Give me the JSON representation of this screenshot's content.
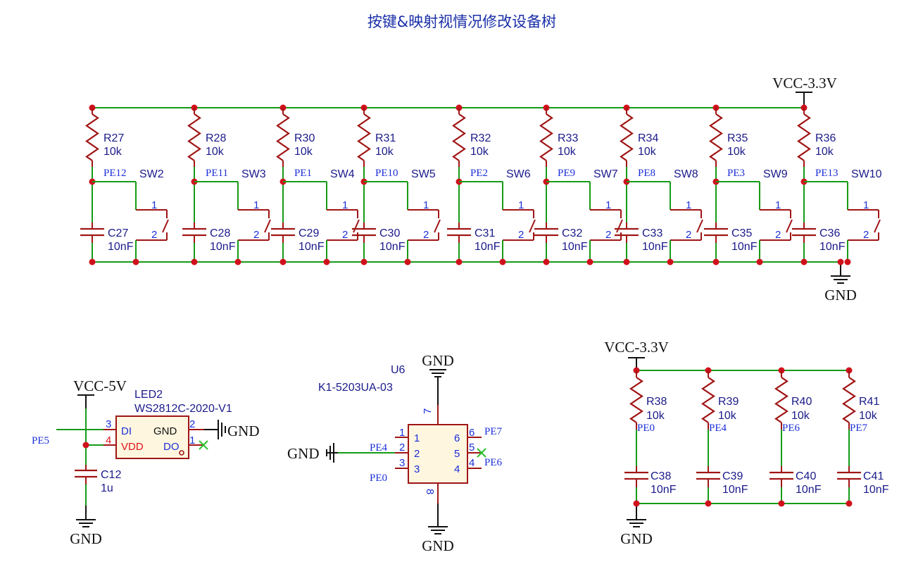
{
  "title": "按键&映射视情况修改设备树",
  "power": {
    "vcc33": "VCC-3.3V",
    "vcc5": "VCC-5V",
    "gnd": "GND"
  },
  "buttons": [
    {
      "r": "R27",
      "rv": "10k",
      "net": "PE12",
      "sw": "SW2",
      "c": "C27",
      "cv": "10nF"
    },
    {
      "r": "R28",
      "rv": "10k",
      "net": "PE11",
      "sw": "SW3",
      "c": "C28",
      "cv": "10nF"
    },
    {
      "r": "R30",
      "rv": "10k",
      "net": "PE1",
      "sw": "SW4",
      "c": "C29",
      "cv": "10nF"
    },
    {
      "r": "R31",
      "rv": "10k",
      "net": "PE10",
      "sw": "SW5",
      "c": "C30",
      "cv": "10nF"
    },
    {
      "r": "R32",
      "rv": "10k",
      "net": "PE2",
      "sw": "SW6",
      "c": "C31",
      "cv": "10nF"
    },
    {
      "r": "R33",
      "rv": "10k",
      "net": "PE9",
      "sw": "SW7",
      "c": "C32",
      "cv": "10nF"
    },
    {
      "r": "R34",
      "rv": "10k",
      "net": "PE8",
      "sw": "SW8",
      "c": "C33",
      "cv": "10nF"
    },
    {
      "r": "R35",
      "rv": "10k",
      "net": "PE3",
      "sw": "SW9",
      "c": "C35",
      "cv": "10nF"
    },
    {
      "r": "R36",
      "rv": "10k",
      "net": "PE13",
      "sw": "SW10",
      "c": "C36",
      "cv": "10nF"
    }
  ],
  "switch_pins": {
    "p1": "1",
    "p2": "2"
  },
  "led": {
    "ref": "LED2",
    "part": "WS2812C-2020-V1",
    "pins": {
      "di": "DI",
      "vdd": "VDD",
      "gnd": "GND",
      "do": "DO",
      "p1": "1",
      "p2": "2",
      "p3": "3",
      "p4": "4"
    },
    "net_in": "PE5",
    "cap_ref": "C12",
    "cap_val": "1u"
  },
  "ic": {
    "ref": "U6",
    "part": "K1-5203UA-03",
    "pins": [
      "1",
      "2",
      "3",
      "4",
      "5",
      "6",
      "7",
      "8"
    ],
    "nets": {
      "pe4": "PE4",
      "pe0": "PE0",
      "pe7": "PE7",
      "pe6": "PE6"
    }
  },
  "pullups": [
    {
      "r": "R38",
      "rv": "10k",
      "net": "PE0",
      "c": "C38",
      "cv": "10nF"
    },
    {
      "r": "R39",
      "rv": "10k",
      "net": "PE4",
      "c": "C39",
      "cv": "10nF"
    },
    {
      "r": "R40",
      "rv": "10k",
      "net": "PE6",
      "c": "C40",
      "cv": "10nF"
    },
    {
      "r": "R41",
      "rv": "10k",
      "net": "PE7",
      "c": "C41",
      "cv": "10nF"
    }
  ]
}
